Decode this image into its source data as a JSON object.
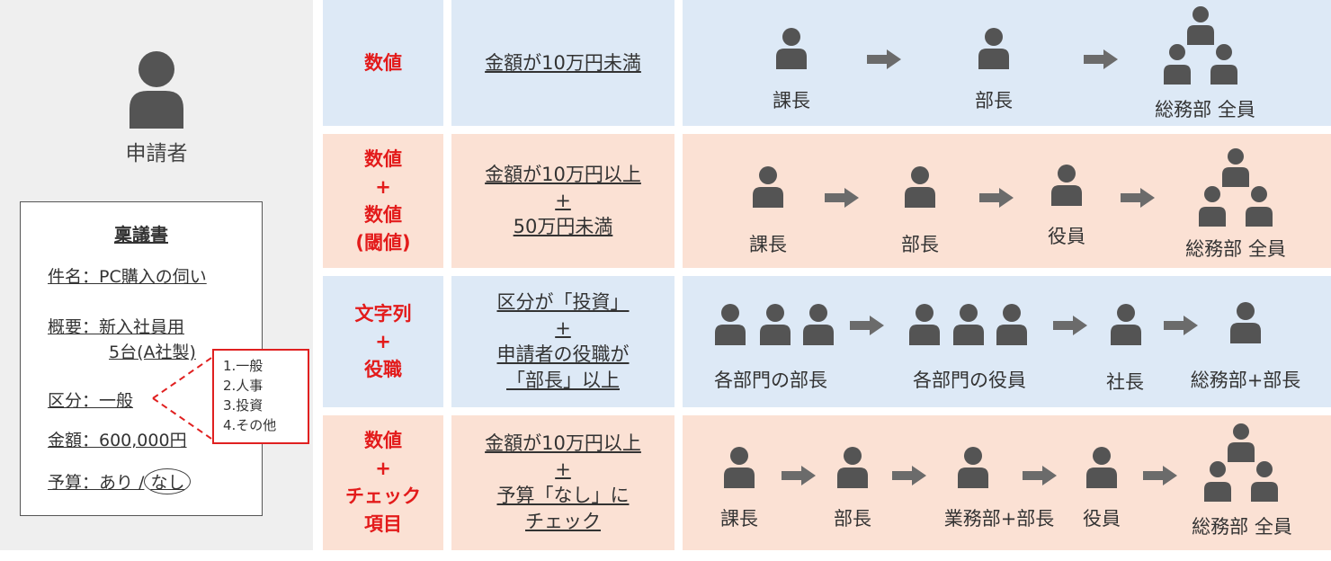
{
  "applicant": {
    "label": "申請者",
    "icon": "person-icon"
  },
  "document": {
    "title": "稟議書",
    "subject": "件名：PC購入の伺い",
    "summary_line1": "概要：新入社員用",
    "summary_line2": "5台(A社製)",
    "category": "区分：一般",
    "amount": "金額：600,000円",
    "budget_prefix": "予算：あり /",
    "budget_selected": "なし"
  },
  "category_options": [
    "1.一般",
    "2.人事",
    "3.投資",
    "4.その他"
  ],
  "colors": {
    "blue_row": "#dde9f6",
    "peach_row": "#fbe1d4",
    "condition_type": "#e31b1b",
    "icon": "#545454",
    "callout": "#e02020"
  },
  "rows": [
    {
      "type_lines": [
        "数値"
      ],
      "desc_lines": [
        "金額が10万円未満"
      ],
      "approvers": [
        "課長",
        "部長",
        "総務部 全員"
      ]
    },
    {
      "type_lines": [
        "数値",
        "+",
        "数値",
        "(閾値)"
      ],
      "desc_lines": [
        "金額が10万円以上",
        "+",
        "50万円未満"
      ],
      "approvers": [
        "課長",
        "部長",
        "役員",
        "総務部 全員"
      ]
    },
    {
      "type_lines": [
        "文字列",
        "+",
        "役職"
      ],
      "desc_lines": [
        "区分が「投資」",
        "+",
        "申請者の役職が",
        "「部長」以上"
      ],
      "approvers": [
        "各部門の部長",
        "各部門の役員",
        "社長",
        "総務部+部長"
      ]
    },
    {
      "type_lines": [
        "数値",
        "+",
        "チェック",
        "項目"
      ],
      "desc_lines": [
        "金額が10万円以上",
        "+",
        "予算「なし」に",
        "チェック"
      ],
      "approvers": [
        "課長",
        "部長",
        "業務部+部長",
        "役員",
        "総務部 全員"
      ]
    }
  ]
}
